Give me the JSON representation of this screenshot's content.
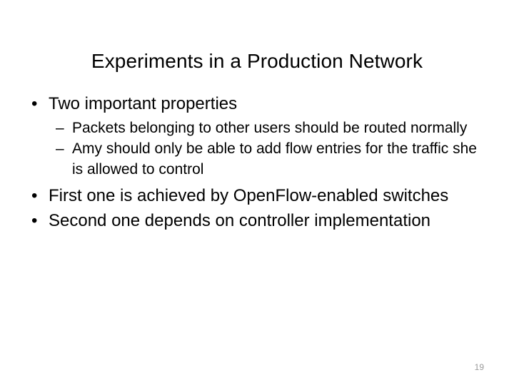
{
  "slide": {
    "title": "Experiments in a Production Network",
    "page_number": "19",
    "bullet_marker": "•",
    "sub_bullet_marker": "–",
    "content": [
      {
        "level": 1,
        "text": "Two important properties"
      },
      {
        "level": 2,
        "text": "Packets belonging to other users should be routed normally"
      },
      {
        "level": 2,
        "text": "Amy should only be able to add flow entries for the traffic she is allowed to control"
      },
      {
        "level": 1,
        "text": "First one is achieved by OpenFlow-enabled switches"
      },
      {
        "level": 1,
        "text": "Second one depends on controller implementation"
      }
    ],
    "colors": {
      "background": "#ffffff",
      "text": "#000000",
      "page_number": "#9a9a9a"
    }
  }
}
